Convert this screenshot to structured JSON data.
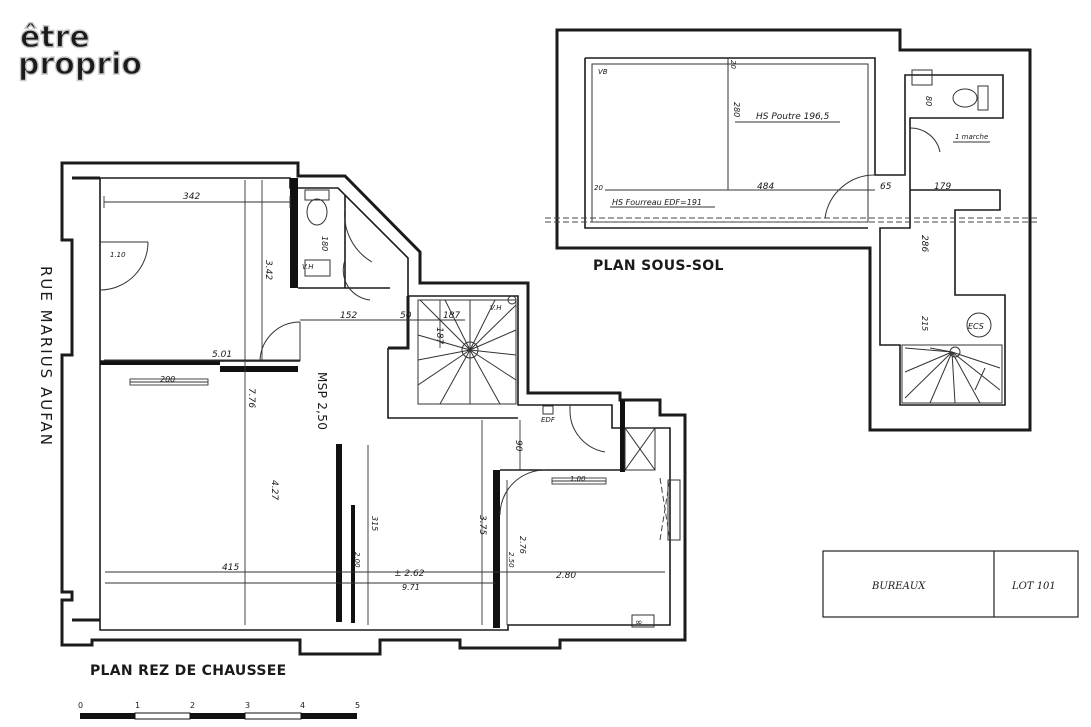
{
  "watermark": {
    "line1": "être",
    "line2": "proprio"
  },
  "street": "RUE MARIUS AUFAN",
  "ground_floor": {
    "title": "PLAN REZ DE CHAUSSEE",
    "labels": {
      "msp": "MSP 2,50",
      "vh": "V.H",
      "edf": "EDF"
    },
    "dimensions": {
      "d342": "342",
      "d110": "1.10",
      "d342v": "3.42",
      "d180": "180",
      "d152": "152",
      "d50": "50",
      "d187h": "187",
      "d187v": "187",
      "d501": "5.01",
      "d200h": "200",
      "d776": "7.76",
      "d427": "4.27",
      "d90": "90",
      "d100": "1.00",
      "d315": "315",
      "d200v": "2.00",
      "d375": "3.75",
      "d276": "2.76",
      "d250": "2.50",
      "d415": "415",
      "d262": "± 2.62",
      "d971": "9.71",
      "d280": "2.80"
    }
  },
  "basement": {
    "title": "PLAN SOUS-SOL",
    "labels": {
      "poutre": "HS Poutre 196,5",
      "fourreau": "HS Fourreau EDF=191",
      "marche": "1 marche",
      "vb": "VB",
      "ecs": "ECS"
    },
    "dimensions": {
      "d280": "280",
      "d20a": "20",
      "d20b": "20",
      "d484": "484",
      "d65": "65",
      "d179": "179",
      "d80": "80",
      "d286": "286",
      "d215": "215"
    }
  },
  "cartouche": {
    "type": "BUREAUX",
    "lot": "LOT 101"
  },
  "scale": {
    "ticks": [
      "0",
      "1",
      "2",
      "3",
      "4",
      "5"
    ]
  }
}
